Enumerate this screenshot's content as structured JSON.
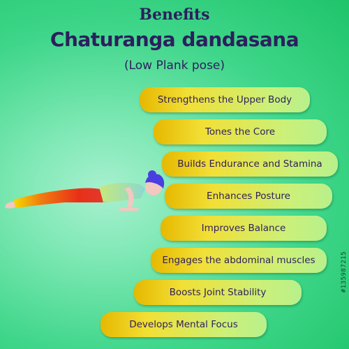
{
  "header": {
    "line1": "Benefits",
    "line2": "Chaturanga dandasana",
    "line3": "(Low Plank pose)"
  },
  "benefits": [
    "Strengthens the Upper Body",
    "Tones the Core",
    "Builds Endurance and Stamina",
    "Enhances Posture",
    "Improves Balance",
    "Engages the abdominal muscles",
    "Boosts Joint Stability",
    "Develops Mental Focus"
  ],
  "watermark": "#135987215",
  "colors": {
    "title": "#2c1f5e",
    "pill_left": "#e6b800",
    "pill_right": "#b8f08c",
    "background": "#3fd68a"
  }
}
